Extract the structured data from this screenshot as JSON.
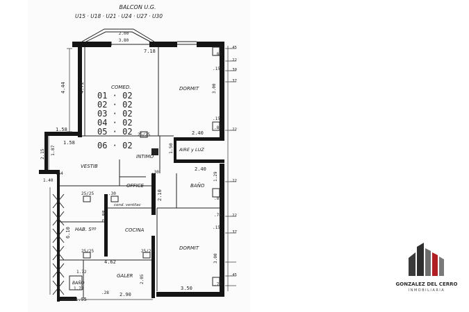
{
  "plan": {
    "top_label": "BALCON U.G.",
    "top_units": "U15 · U18 · U21 · U24 · U27 · U30",
    "bay_dims": [
      "2.00",
      "3.80"
    ],
    "unit_codes": [
      "01 · 02",
      "02 · 02",
      "03 · 02",
      "04 · 02",
      "05 · 02",
      "06 · 02"
    ],
    "rooms": {
      "comedor": "COMED.",
      "dormit_top": "DORMIT",
      "dormit_bottom": "DORMIT",
      "intimo": "INTIMO",
      "aire_luz": "AIRE y LUZ",
      "bano": "BAÑO",
      "vestib": "VESTIB",
      "office": "OFFICE",
      "cocina": "COCINA",
      "hab_svc": "HAB. Sºº",
      "galer": "GALER",
      "bano_svc": "BAÑO",
      "cond_ventilac": "cond. ventilac"
    },
    "dimensions": {
      "d718": "7.18",
      "d444": "4.44",
      "d472": "4.72",
      "d300a": "3.00",
      "d240a": "2.40",
      "d158a": "1.58",
      "d158b": "1.58",
      "d215": "2.15",
      "d187": "1.87",
      "d150": "1.50",
      "d240b": "2.40",
      "d129": "1.29",
      "d210": "2.10",
      "d208": "2.08",
      "d610": "6.10",
      "d300b": "3.00",
      "d462": "4.62",
      "d205": "2.05",
      "d350": "3.50",
      "d290": "2.90",
      "d195": "1.95",
      "d172a": "1.72",
      "d172b": "1.72",
      "d140": "1.40",
      "d2525a": "25/25",
      "d2525b": "25/25",
      "d2525c": "25/25",
      "d2525d": "25/25",
      "d30": ".30",
      "d80": ".80",
      "d15a": ".15",
      "d15b": ".15",
      "d15c": ".15",
      "d45a": ".45",
      "d45b": ".45",
      "d22a": ".22",
      "d22b": ".22",
      "d22c": ".22",
      "d22d": ".22",
      "d30b": ".30",
      "d30c": ".30",
      "d37a": ".37",
      "d37b": ".37",
      "d80b": ".80",
      "d70": ".70",
      "d78": ".78",
      "d85": ".85",
      "d64": ".64",
      "d28": ".28"
    }
  },
  "logo": {
    "name": "GONZALEZ DEL CERRO",
    "tagline": "INMOBILIARIA",
    "colors": {
      "red": "#b01e23",
      "dark": "#3a3a3a",
      "grey": "#6d6d6d"
    }
  }
}
